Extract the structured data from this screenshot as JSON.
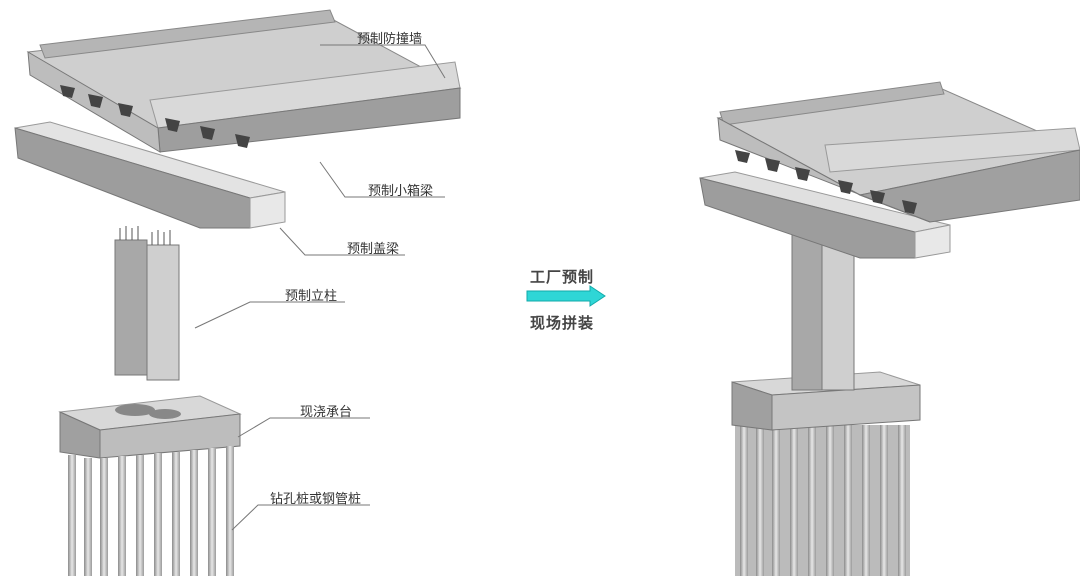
{
  "labels": {
    "barrier": "预制防撞墙",
    "box_girder": "预制小箱梁",
    "cap_beam": "预制盖梁",
    "column": "预制立柱",
    "pile_cap": "现浇承台",
    "piles": "钻孔桩或钢管桩"
  },
  "arrow": {
    "top_text": "工厂预制",
    "bottom_text": "现场拼装",
    "color": "#2fd6d6"
  }
}
